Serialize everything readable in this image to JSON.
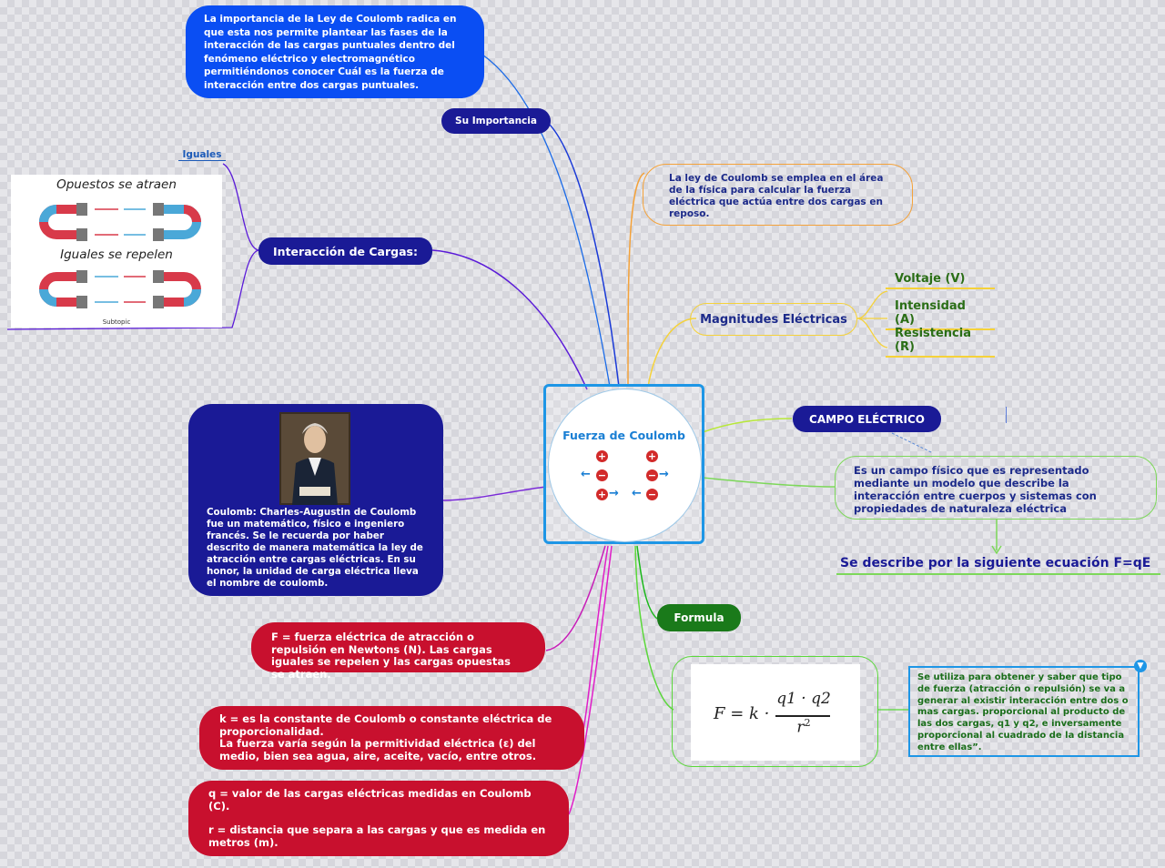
{
  "center": {
    "title": "Fuerza de Coulomb",
    "charges": [
      "+",
      "+",
      "−",
      "−",
      "+",
      "−"
    ]
  },
  "importance": {
    "label": "Su Importancia",
    "text": "La importancia de la Ley de Coulomb radica en que esta nos permite plantear las fases de la interacción de las cargas puntuales dentro del fenómeno eléctrico y electromagnético permitiéndonos conocer Cuál es la fuerza de interacción entre dos cargas puntuales."
  },
  "interaction": {
    "label": "Interacción de Cargas:",
    "sub_label": "Iguales",
    "image_caption_top": "Opuestos se atraen",
    "image_caption_bottom": "Iguales se repelen",
    "image_label": "Subtopic"
  },
  "definition": {
    "text": "La ley de Coulomb se emplea en el área de la física para calcular la fuerza eléctrica que actúa entre dos cargas en reposo."
  },
  "magnitudes": {
    "label": "Magnitudes Eléctricas",
    "items": [
      "Voltaje (V)",
      "Intensidad (A)",
      "Resistencia (R)"
    ]
  },
  "field": {
    "label": "CAMPO ELÉCTRICO",
    "text": "Es un campo físico que es representado mediante un modelo que describe la interacción entre cuerpos y sistemas con propiedades de naturaleza eléctrica",
    "equation": "Se describe por la siguiente ecuación F=qE"
  },
  "coulomb_bio": {
    "text": "Coulomb: Charles-Augustin de Coulomb fue un matemático, físico e ingeniero francés. Se le recuerda por haber descrito de manera matemática la ley de atracción entre cargas eléctricas. En su honor, la unidad de carga eléctrica lleva el nombre de coulomb."
  },
  "formula": {
    "label": "Formula",
    "lhs": "F = k ·",
    "numerator": "q1 · q2",
    "denominator": "r",
    "exponent": "2",
    "note": "Se utiliza para obtener y saber que tipo de fuerza (atracción o repulsión) se va a generar al existir interacción entre dos o mas cargas. proporcional al producto de las dos cargas, q1 y q2, e inversamente proporcional al cuadrado de la distancia entre ellas”."
  },
  "variables": {
    "f": "F = fuerza eléctrica de atracción o repulsión en Newtons (N). Las cargas iguales se repelen y las cargas opuestas se atraen.",
    "k1": "k = es la constante de Coulomb o constante eléctrica de proporcionalidad.",
    "k2": "La fuerza varía según la permitividad eléctrica (ε) del medio, bien sea agua, aire, aceite, vacío, entre otros.",
    "q": "q = valor de las cargas eléctricas medidas en Coulomb (C).",
    "r": "r = distancia que separa a las cargas y que es medida en metros (m)."
  },
  "colors": {
    "importance": "#0a4ef3",
    "navy": "#1a1a96",
    "orange": "#f4a23a",
    "yellow": "#f5d23a",
    "green": "#7dd85a",
    "red": "#c8102e",
    "magenta": "#e01ec8",
    "purple": "#6a2ad8",
    "center_border": "#1e96e6"
  }
}
